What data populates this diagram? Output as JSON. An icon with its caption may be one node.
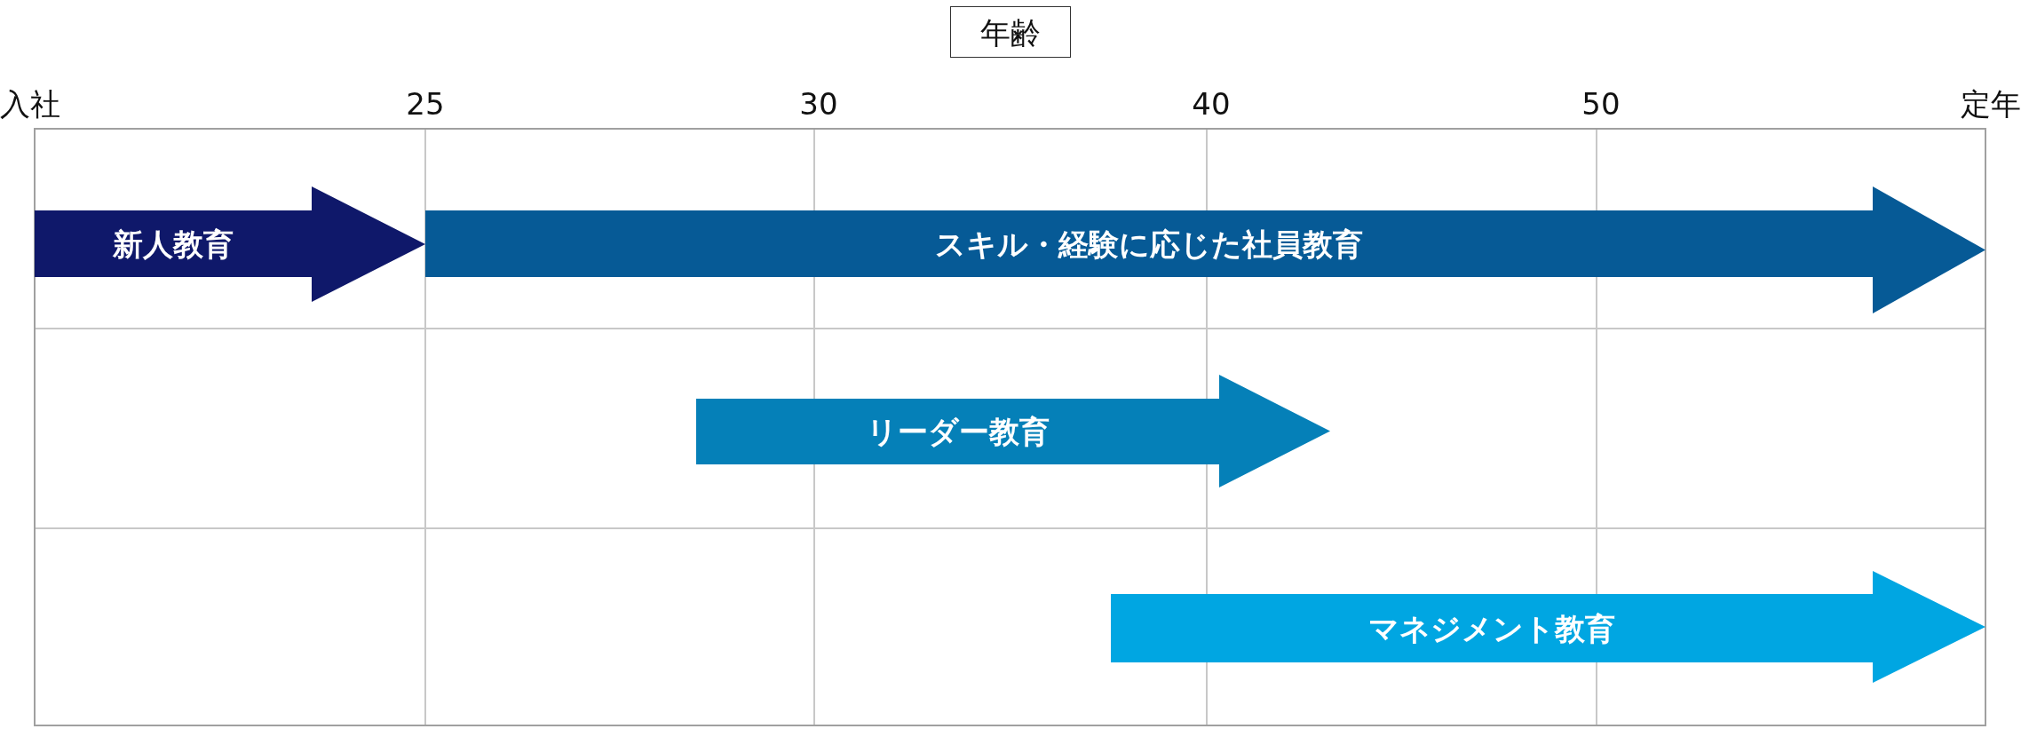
{
  "diagram": {
    "title": "年齢",
    "nodes": [
      {
        "text": [
          "新人教育"
        ]
      },
      {
        "text": [
          "スキル・経験に応じた社員教育"
        ]
      },
      {
        "text": [
          "リーダー教育"
        ]
      },
      {
        "text": [
          "マネジメント教育"
        ]
      }
    ],
    "edges": [],
    "labels": [
      "入社",
      "25",
      "30",
      "40",
      "50",
      "定年"
    ]
  }
}
